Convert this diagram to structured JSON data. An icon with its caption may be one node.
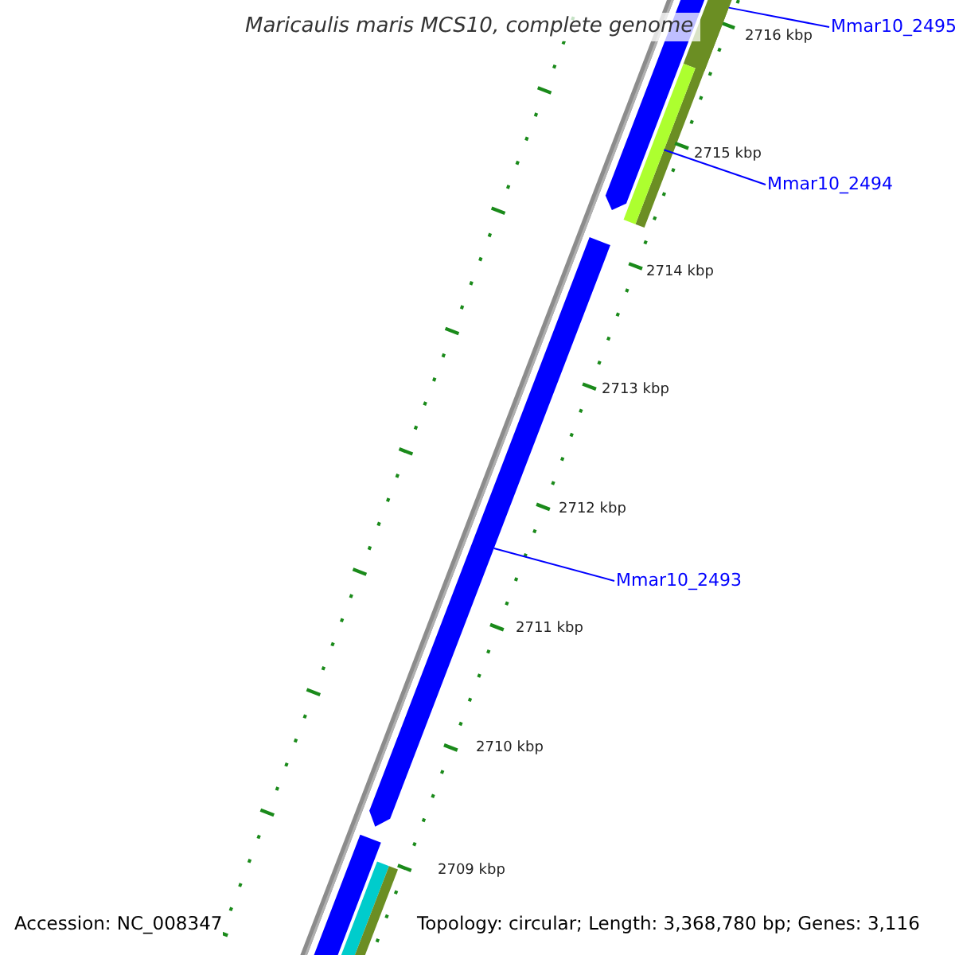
{
  "diagram": {
    "title": "Maricaulis maris MCS10, complete genome",
    "nodes": [
      {
        "text": [
          "Mmar10_2495"
        ]
      },
      {
        "text": [],
        "shape": "bar"
      },
      {
        "text": [
          "Mmar10_2494"
        ]
      },
      {
        "text": [],
        "shape": "bar"
      },
      {
        "text": [
          "Mmar10_2493"
        ]
      },
      {
        "text": [],
        "shape": "arrow"
      }
    ],
    "edges": [
      {
        "from": 0,
        "to": 1,
        "arrow": "none"
      },
      {
        "from": 2,
        "to": 3,
        "arrow": "none"
      },
      {
        "from": 4,
        "to": 5,
        "arrow": "none"
      }
    ],
    "labels": [
      "2716 kbp",
      "2715 kbp",
      "2714 kbp",
      "2713 kbp",
      "2712 kbp",
      "2711 kbp",
      "2710 kbp",
      "2709 kbp",
      "Accession: NC_008347",
      "Topology: circular; Length: 3,368,780 bp; Genes: 3,116"
    ]
  }
}
